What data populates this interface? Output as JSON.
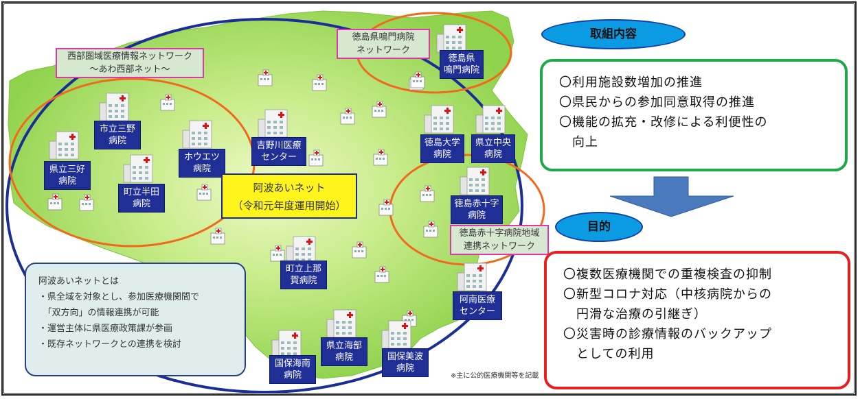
{
  "networks": {
    "west": "西部圏域医療情報ネットワーク\n～あわ西部ネット～",
    "naruto": "徳島県鳴門病院\nネットワーク",
    "sekijuji": "徳島赤十字病院地域\n連携ネットワーク"
  },
  "center": {
    "line1": "阿波あいネット",
    "line2": "（令和元年度運用開始）"
  },
  "hospitals": {
    "shiritsu_miyoshi": "市立三野\n病院",
    "kenritsu_miyoshi": "県立三好\n病院",
    "choritsu_handa": "町立半田\n病院",
    "houetsu": "ホウエツ\n病院",
    "yoshinogawa": "吉野川医療\nセンター",
    "tokushima_ken": "徳島県\n鳴門病院",
    "tokushima_daigaku": "徳島大学\n病院",
    "kenritsu_chuo": "県立中央\n病院",
    "tokushima_sekijuji": "徳島赤十字\n病院",
    "choritsu_kamina": "町立上那\n賀病院",
    "anan": "阿南医療\nセンター",
    "kenritsu_kaifu": "県立海部\n病院",
    "kokuho_kainan": "国保海南\n病院",
    "kokuho_minami": "国保美波\n病院"
  },
  "info": {
    "title": "阿波あいネットとは",
    "items": [
      "・県全域を対象とし、参加医療機関間で",
      "　「双方向」の情報連携が可能",
      "・運営主体に県医療政策課が参画",
      "・既存ネットワークとの連携を検討"
    ]
  },
  "note": "※主に公的医療機関等を記載",
  "torikumi": {
    "tag": "取組内容",
    "lines": [
      "〇利用施設数増加の推進",
      "〇県民からの参加同意取得の推進",
      "〇機能の拡充・改修による利便性の",
      "　向上"
    ]
  },
  "mokuteki": {
    "tag": "目的",
    "lines": [
      "〇複数医療機関での重複検査の抑制",
      "〇新型コロナ対応（中核病院からの",
      "　円滑な治療の引継ぎ）",
      "〇災害時の診療情報のバックアップ",
      "　としての利用"
    ]
  },
  "colors": {
    "map_green": "#8fd24c",
    "map_light": "#d8f2a8",
    "ellipse_blue": "#1b2d96",
    "ellipse_orange": "#f06a1a",
    "hospital_blue": "#1f2f96",
    "tag_blue": "#0b9be3",
    "panel_green": "#1fa84a",
    "panel_red": "#e61e1e",
    "arrow_blue": "#4a79be",
    "center_yellow": "#fff51c"
  }
}
